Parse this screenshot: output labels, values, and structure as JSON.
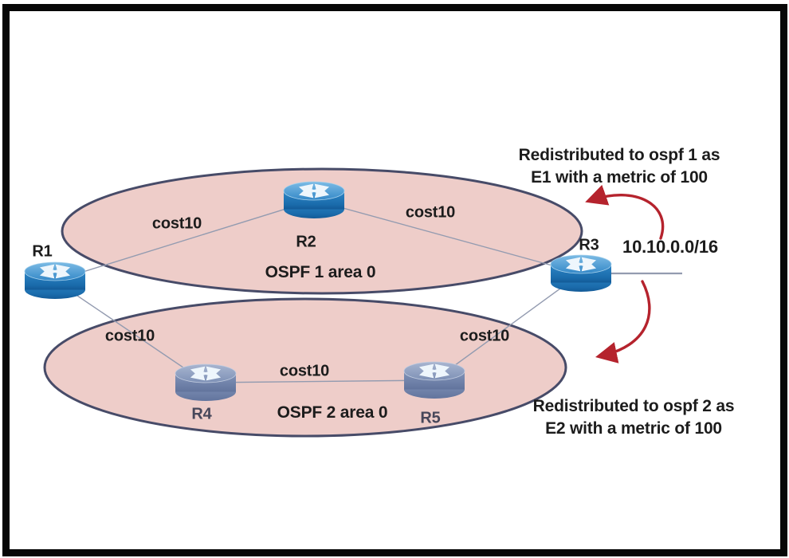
{
  "areas": [
    {
      "label": "OSPF 1 area 0"
    },
    {
      "label": "OSPF 2 area 0"
    }
  ],
  "routers": [
    {
      "label": "R1"
    },
    {
      "label": "R2"
    },
    {
      "label": "R3"
    },
    {
      "label": "R4"
    },
    {
      "label": "R5"
    }
  ],
  "cost_labels": [
    "cost10",
    "cost10",
    "cost10",
    "cost10",
    "cost10"
  ],
  "annotations": {
    "redistribute_ospf1": {
      "line1": "Redistributed to ospf 1 as",
      "line2": "E1 with a metric of 100"
    },
    "redistribute_ospf2": {
      "line1": "Redistributed to ospf 2 as",
      "line2": "E2 with a metric of 100"
    }
  },
  "external_network": {
    "label": "10.10.0.0/16"
  },
  "colors": {
    "area_fill": "#eecdc9",
    "area_stroke": "#474b68",
    "arrow_red": "#b5232d",
    "link_gray": "#939bb0"
  }
}
